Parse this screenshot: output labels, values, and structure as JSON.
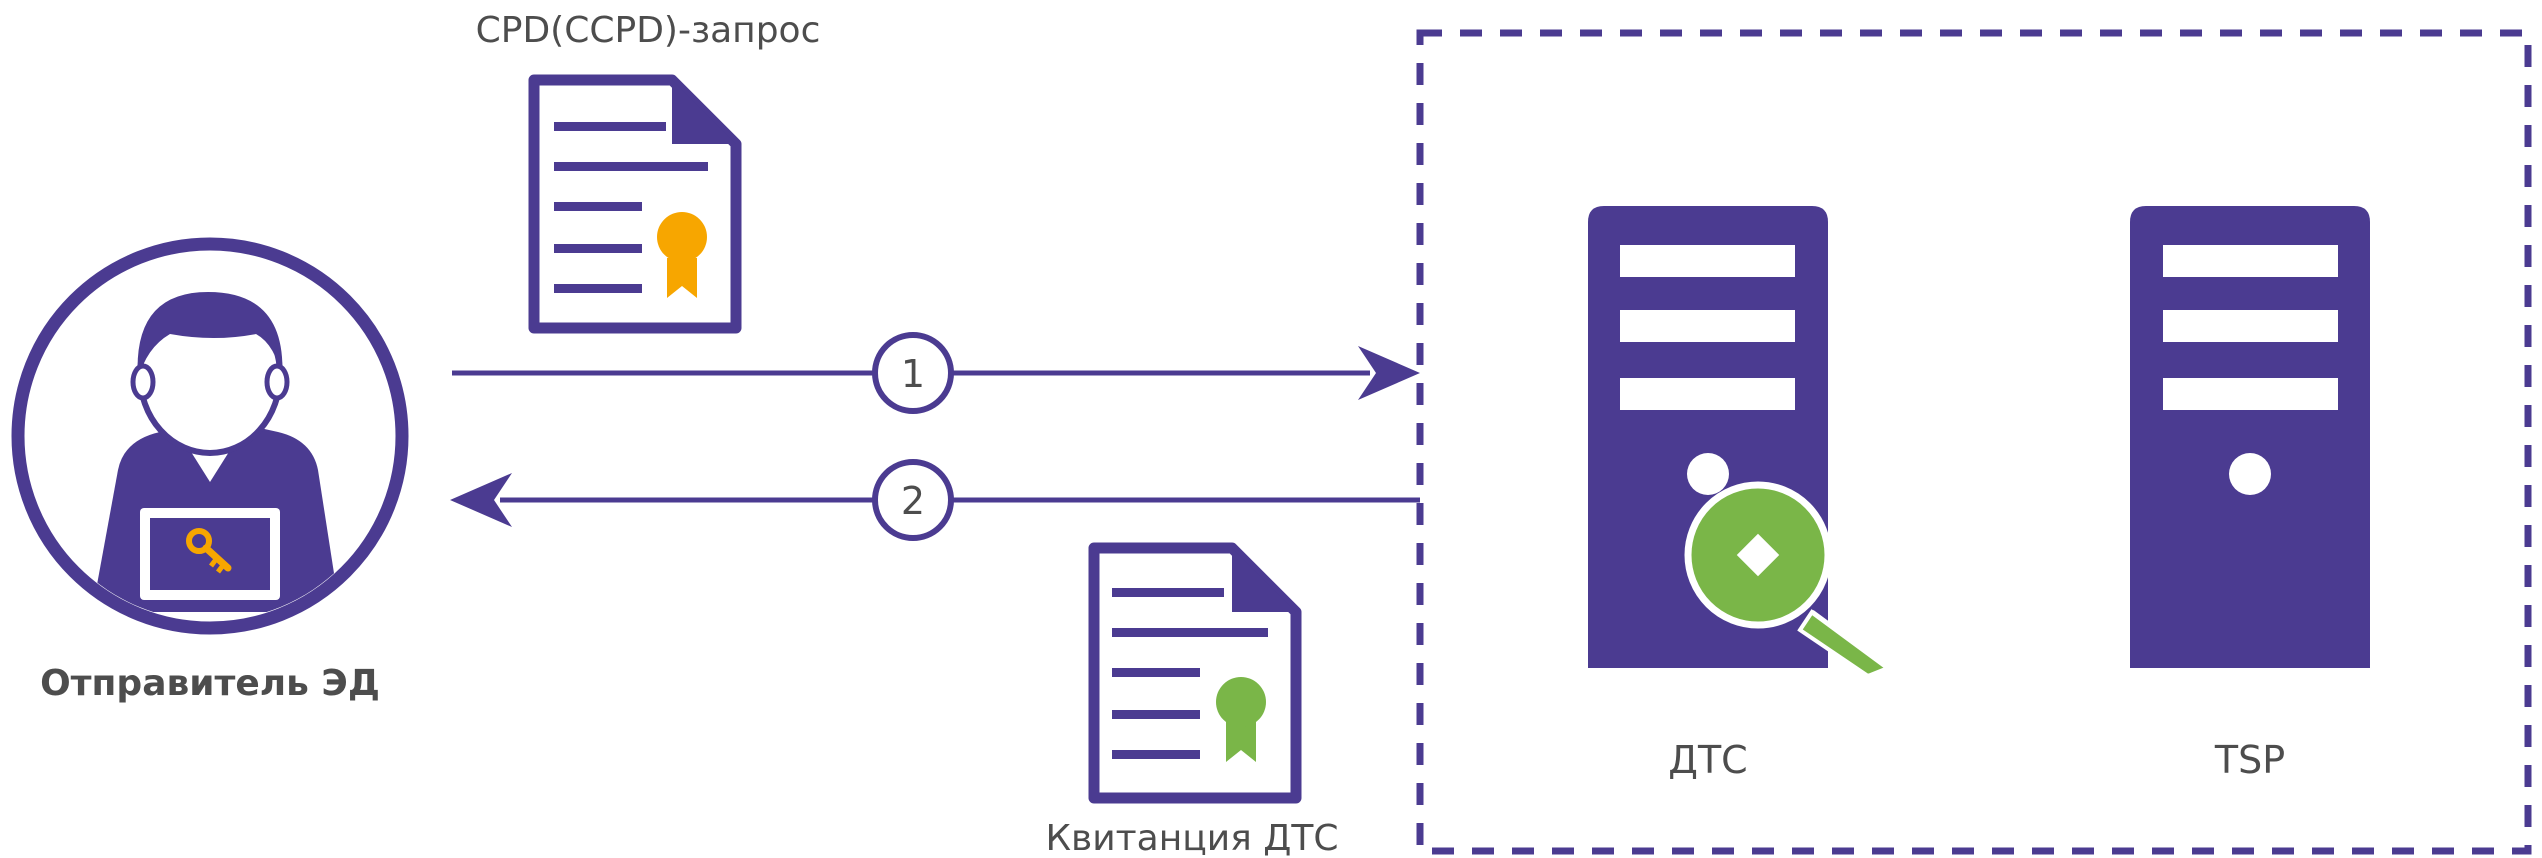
{
  "diagram": {
    "sender": {
      "label": "Отправитель ЭД",
      "icon": "user-laptop-key-icon"
    },
    "request": {
      "label": "CPD(CCPD)-запрос",
      "icon": "document-certificate-icon",
      "seal_color": "#f7a600"
    },
    "receipt": {
      "label": "Квитанция ДТС",
      "icon": "document-certificate-icon",
      "seal_color": "#7ab648"
    },
    "steps": [
      {
        "number": "1",
        "direction": "to-server"
      },
      {
        "number": "2",
        "direction": "to-sender"
      }
    ],
    "servers": [
      {
        "label": "ДТС",
        "icon": "server-key-icon",
        "key_color": "#7ab648"
      },
      {
        "label": "TSP",
        "icon": "server-icon"
      }
    ],
    "colors": {
      "primary": "#4b3b91",
      "text": "#4d4d4d",
      "key_orange": "#f7a600",
      "key_green": "#7ab648"
    }
  }
}
